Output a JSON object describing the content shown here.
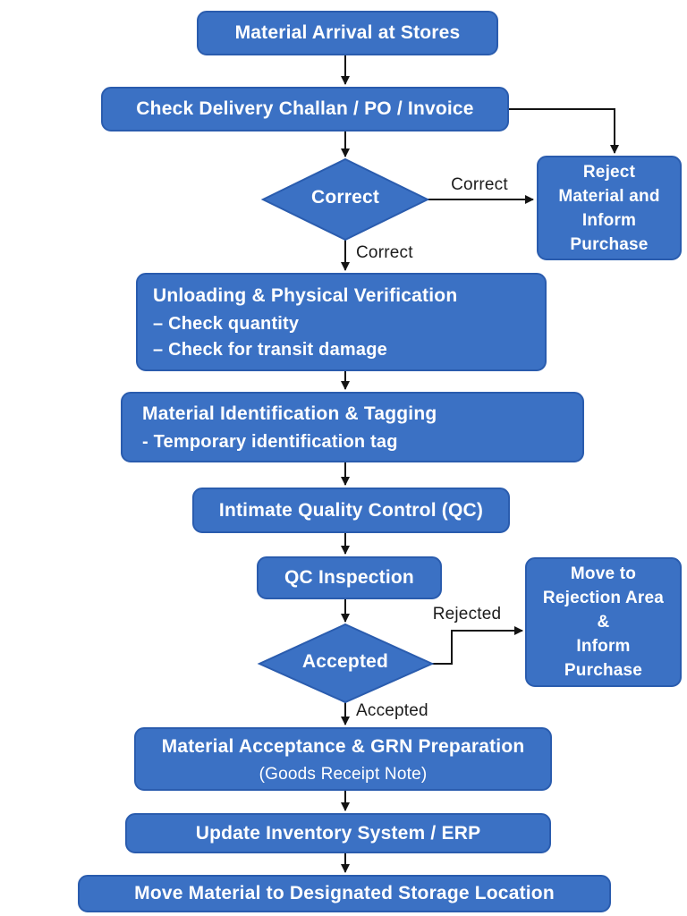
{
  "colors": {
    "box_fill": "#3b71c4",
    "box_border": "#2a5cae",
    "text_on_box": "#ffffff",
    "edge_label": "#1c1c1c",
    "arrow": "#141414",
    "background": "#ffffff"
  },
  "flowchart": {
    "nodes": {
      "material_arrival": {
        "label": "Material Arrival at Stores"
      },
      "check_delivery": {
        "label": "Check Delivery Challan / PO / Invoice"
      },
      "decision_correct": {
        "label": "Correct"
      },
      "reject_material": {
        "lines": [
          "Reject",
          "Material and",
          "Inform",
          "Purchase"
        ]
      },
      "unloading": {
        "title": "Unloading & Physical Verification",
        "items": [
          "– Check quantity",
          "– Check for transit damage"
        ]
      },
      "identification": {
        "title": "Material Identification & Tagging",
        "items": [
          "- Temporary identification tag"
        ]
      },
      "intimate_qc": {
        "label": "Intimate Quality Control (QC)"
      },
      "qc_inspection": {
        "label": "QC Inspection"
      },
      "decision_accepted": {
        "label": "Accepted"
      },
      "move_rejection": {
        "lines": [
          "Move to",
          "Rejection Area",
          "&",
          "Inform",
          "Purchase"
        ]
      },
      "grn": {
        "title": "Material Acceptance & GRN Preparation",
        "subtitle": "(Goods Receipt Note)"
      },
      "update_inventory": {
        "label": "Update Inventory System / ERP"
      },
      "move_storage": {
        "label": "Move Material to Designated Storage Location"
      }
    },
    "edge_labels": {
      "correct_right": "Correct",
      "correct_down": "Correct",
      "rejected": "Rejected",
      "accepted_down": "Accepted"
    }
  }
}
